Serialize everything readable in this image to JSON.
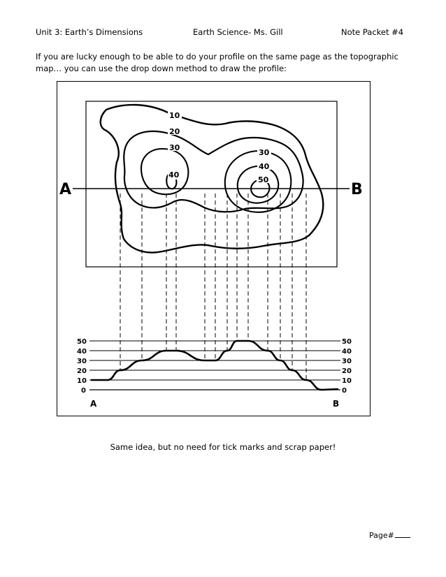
{
  "header": {
    "left": "Unit 3: Earth’s Dimensions",
    "center": "Earth Science- Ms. Gill",
    "right": "Note Packet #4"
  },
  "intro_text": "If you are lucky enough to be able to do your profile on the same page as the topographic map… you can use the drop down method to draw the profile:",
  "figure": {
    "map": {
      "contour_labels": [
        "10",
        "20",
        "30",
        "40",
        "30",
        "40",
        "50"
      ],
      "line_start": "A",
      "line_end": "B"
    },
    "profile": {
      "elevation_labels": [
        "50",
        "40",
        "30",
        "20",
        "10",
        "0"
      ],
      "start_label": "A",
      "end_label": "B",
      "elevations": [
        10,
        10,
        20,
        30,
        40,
        40,
        30,
        30,
        40,
        50,
        50,
        40,
        30,
        20,
        10,
        0
      ]
    }
  },
  "caption": "Same idea, but no need for tick marks and scrap paper!",
  "page_number_label": "Page#"
}
